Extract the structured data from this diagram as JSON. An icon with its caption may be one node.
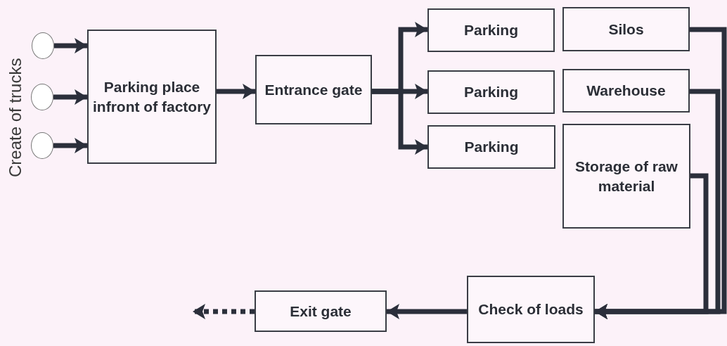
{
  "diagram": {
    "nodes": [
      {
        "text": [],
        "shape": "circle"
      },
      {
        "text": [],
        "shape": "circle"
      },
      {
        "text": [],
        "shape": "circle"
      },
      {
        "text": [
          "Parking place infront of factory"
        ]
      },
      {
        "text": [
          "Entrance gate"
        ]
      },
      {
        "text": [
          "Parking"
        ]
      },
      {
        "text": [
          "Parking"
        ]
      },
      {
        "text": [
          "Parking"
        ]
      },
      {
        "text": [
          "Silos"
        ]
      },
      {
        "text": [
          "Warehouse"
        ]
      },
      {
        "text": [
          "Storage of raw material"
        ]
      },
      {
        "text": [
          "Check of loads"
        ]
      },
      {
        "text": [
          "Exit gate"
        ]
      }
    ],
    "edges": [
      {
        "from": 0,
        "to": 3,
        "arrow": "to"
      },
      {
        "from": 1,
        "to": 3,
        "arrow": "to"
      },
      {
        "from": 2,
        "to": 3,
        "arrow": "to"
      },
      {
        "from": 3,
        "to": 4,
        "arrow": "to"
      },
      {
        "from": 4,
        "to": 5,
        "arrow": "to"
      },
      {
        "from": 4,
        "to": 6,
        "arrow": "to"
      },
      {
        "from": 4,
        "to": 7,
        "arrow": "to"
      },
      {
        "from": 8,
        "to": 11,
        "arrow": "to"
      },
      {
        "from": 9,
        "to": 11,
        "arrow": "to"
      },
      {
        "from": 10,
        "to": 11,
        "arrow": "to"
      },
      {
        "from": 11,
        "to": 12,
        "arrow": "to"
      },
      {
        "from": 12,
        "to": null,
        "arrow": "to",
        "style": "dashed"
      }
    ],
    "labels": [
      "Create of trucks"
    ]
  }
}
